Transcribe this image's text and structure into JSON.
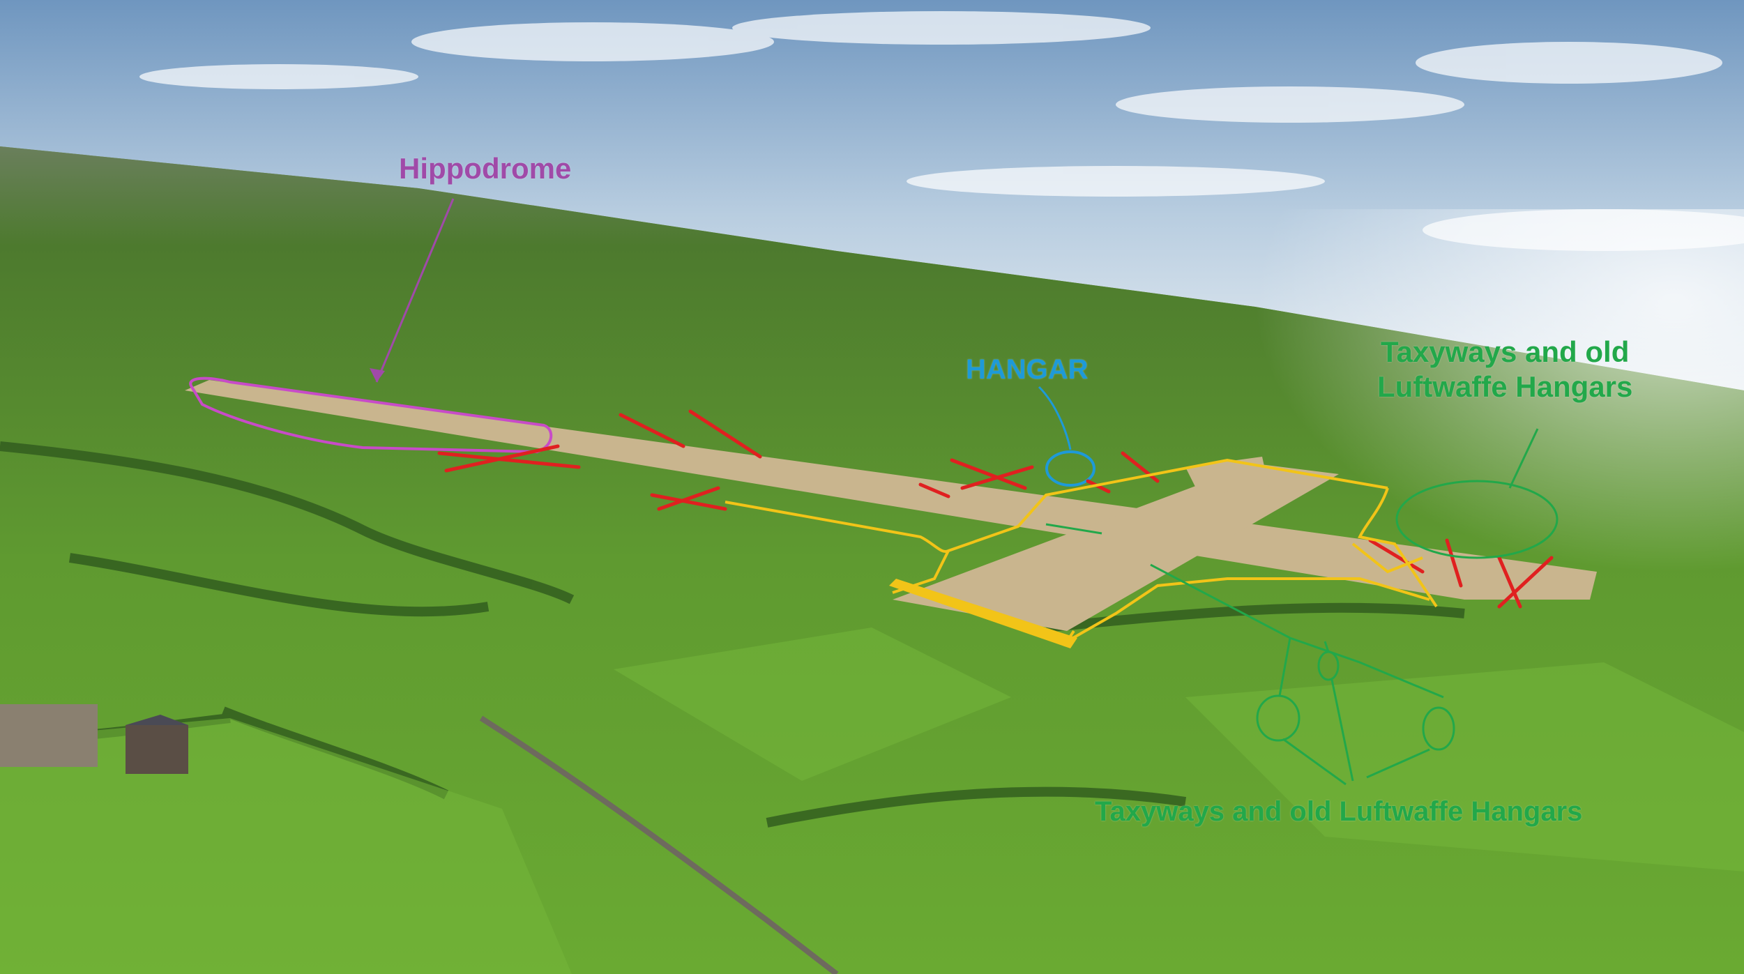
{
  "annotations": {
    "hippodrome": "Hippodrome",
    "hangar": "HANGAR",
    "taxiways_top_line1": "Taxyways and old",
    "taxiways_top_line2": "Luftwaffe Hangars",
    "taxiways_bottom": "Taxyways and old Luftwaffe Hangars"
  },
  "colors": {
    "hippodrome": "#a04aa8",
    "hangar": "#1e9ad8",
    "taxiways": "#22a84a",
    "highlight_yellow": "#f2c418",
    "removed_red": "#e02020"
  },
  "scene": {
    "sky": "sky-with-clouds",
    "ground": "green-farmland",
    "runway": "concrete-runway"
  }
}
